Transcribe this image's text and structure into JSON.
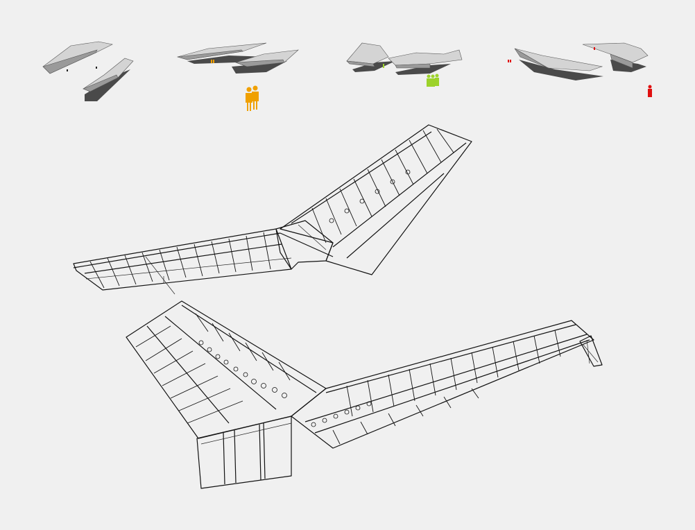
{
  "diagram": {
    "background": "#f0f0f0",
    "line_color": "#111111",
    "scenarios": [
      {
        "name": "scenario-1",
        "figure_color": "#222222",
        "figure_count": 0
      },
      {
        "name": "scenario-2",
        "figure_color": "#f0a000",
        "figure_count": 2
      },
      {
        "name": "scenario-3",
        "figure_color": "#9cd22a",
        "figure_count": 3
      },
      {
        "name": "scenario-4",
        "figure_color": "#e01010",
        "figure_count": 1
      }
    ],
    "structures": [
      {
        "name": "upper-frame",
        "panel_grid": true,
        "bracing": "dashed-ribs"
      },
      {
        "name": "lower-frame",
        "panel_grid": true,
        "bracing": "portholes",
        "enclosure": "glazed-box"
      }
    ]
  }
}
